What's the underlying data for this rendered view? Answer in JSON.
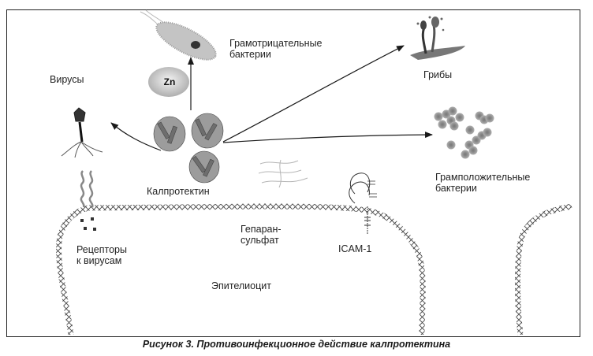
{
  "figure": {
    "caption": "Рисунок 3. Противоинфекционное действие калпротектина",
    "center_label": "Калпротектин",
    "zinc_label": "Zn",
    "targets": [
      {
        "id": "gram-negative",
        "label": "Грамотрицательные\nбактерии"
      },
      {
        "id": "viruses",
        "label": "Вирусы"
      },
      {
        "id": "fungi",
        "label": "Грибы"
      },
      {
        "id": "gram-positive",
        "label": "Грамположительные\nбактерии"
      }
    ],
    "cell_labels": {
      "virus_receptors": "Рецепторы\nк вирусам",
      "heparan_sulfate": "Гепаран-\nсульфат",
      "icam": "ICAM-1",
      "epithelial_cell": "Эпителиоцит"
    }
  },
  "colors": {
    "frame": "#222222",
    "arrow": "#1a1a1a",
    "membrane": "#444444",
    "protein": "#666666",
    "bacteria_gray": "#9a9a9a",
    "heparan": "#b5b5b5"
  }
}
